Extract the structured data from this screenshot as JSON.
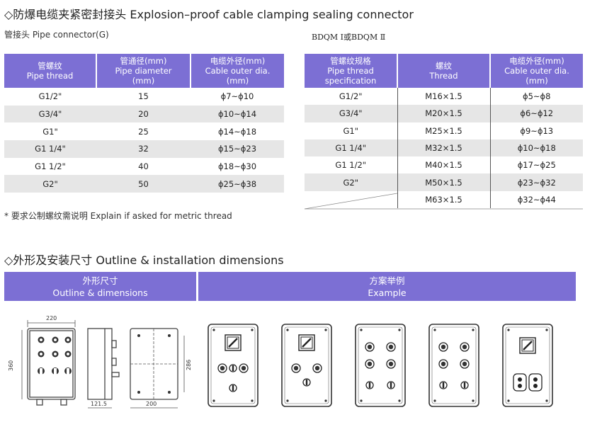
{
  "section1": {
    "title": "◇防爆电缆夹紧密封接头 Explosion–proof cable clamping sealing connector",
    "subtitle": "管接头 Pipe connector(G)",
    "model_label": "BDQM Ⅰ或BDQM Ⅱ",
    "table1": {
      "headers": [
        {
          "cn": "管螺纹",
          "en": "Pipe thread"
        },
        {
          "cn": "管通径(mm)",
          "en": "Pipe diameter",
          "en2": "(mm)"
        },
        {
          "cn": "电缆外径(mm)",
          "en": "Cable outer dia.",
          "en2": "(mm)"
        }
      ],
      "rows": [
        [
          "G1/2\"",
          "15",
          "ϕ7~ϕ10"
        ],
        [
          "G3/4\"",
          "20",
          "ϕ10~ϕ14"
        ],
        [
          "G1\"",
          "25",
          "ϕ14~ϕ18"
        ],
        [
          "G1 1/4\"",
          "32",
          "ϕ15~ϕ23"
        ],
        [
          "G1 1/2\"",
          "40",
          "ϕ18~ϕ30"
        ],
        [
          "G2\"",
          "50",
          "ϕ25~ϕ38"
        ]
      ]
    },
    "table2": {
      "headers": [
        {
          "cn": "管螺纹规格",
          "en": "Pipe thread",
          "en2": "specification"
        },
        {
          "cn": "螺纹",
          "en": "Thread"
        },
        {
          "cn": "电缆外径(mm)",
          "en": "Cable outer dia.",
          "en2": "(mm)"
        }
      ],
      "rows": [
        [
          "G1/2\"",
          "M16×1.5",
          "ϕ5~ϕ8"
        ],
        [
          "G3/4\"",
          "M20×1.5",
          "ϕ6~ϕ12"
        ],
        [
          "G1\"",
          "M25×1.5",
          "ϕ9~ϕ13"
        ],
        [
          "G1 1/4\"",
          "M32×1.5",
          "ϕ10~ϕ18"
        ],
        [
          "G1 1/2\"",
          "M40×1.5",
          "ϕ17~ϕ25"
        ],
        [
          "G2\"",
          "M50×1.5",
          "ϕ23~ϕ32"
        ],
        [
          "",
          "M63×1.5",
          "ϕ32~ϕ44"
        ]
      ]
    },
    "note": "* 要求公制螺纹需说明  Explain if asked for metric thread"
  },
  "section2": {
    "title": "◇外形及安装尺寸 Outline & installation dimensions",
    "col1_cn": "外形尺寸",
    "col1_en": "Outline & dimensions",
    "col2_cn": "方案举例",
    "col2_en": "Example",
    "dims": {
      "width": "220",
      "height": "360",
      "mount_height": "286",
      "mount_width": "200",
      "depth": "121.5"
    }
  }
}
